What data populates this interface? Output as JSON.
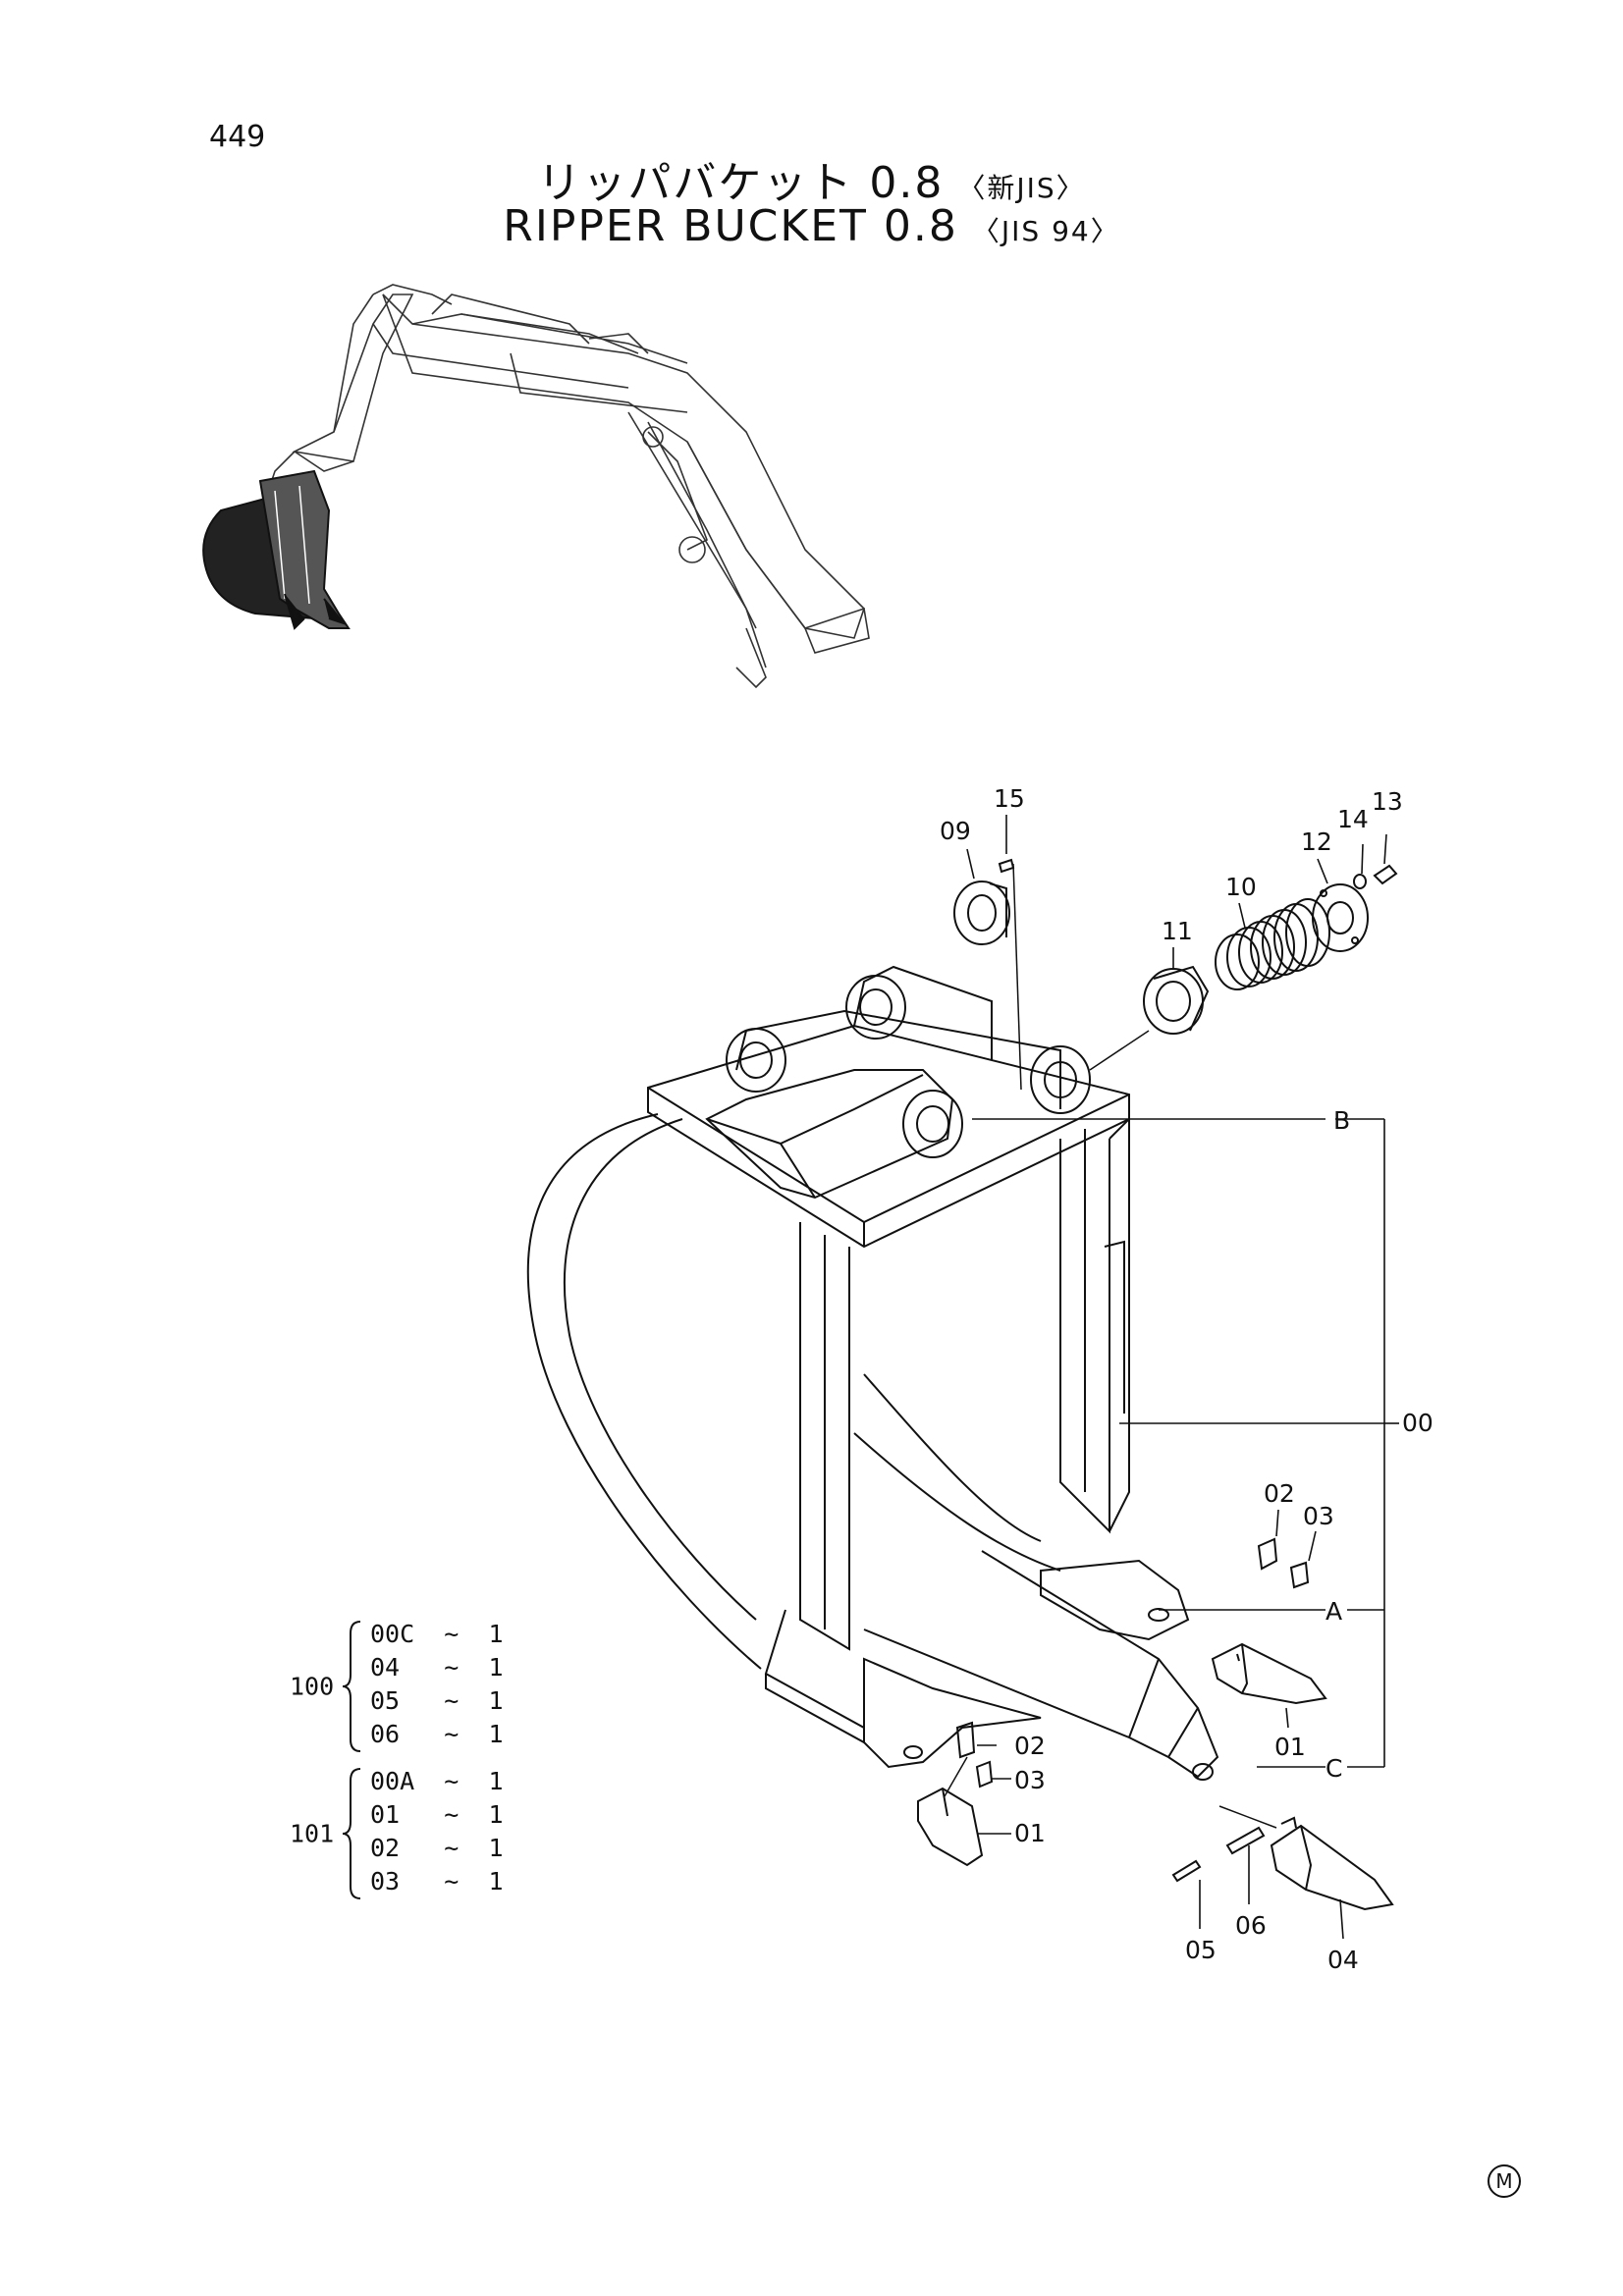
{
  "page_number": "449",
  "title": {
    "jp": "リッパバケット 0.8",
    "jp_tag": "〈新JIS〉",
    "en": "RIPPER  BUCKET  0.8",
    "en_tag": "〈JIS 94〉"
  },
  "callouts": {
    "c15": "15",
    "c09": "09",
    "c14": "14",
    "c13": "13",
    "c12": "12",
    "c10": "10",
    "c11": "11",
    "cB": "B",
    "c00": "00",
    "cA": "A",
    "c02r": "02",
    "c03r": "03",
    "c01r": "01",
    "cC": "C",
    "c02l": "02",
    "c03l": "03",
    "c01l": "01",
    "c05": "05",
    "c06": "06",
    "c04": "04"
  },
  "kits": [
    {
      "id": "100",
      "rows": [
        {
          "part": "00C",
          "sep": "~",
          "qty": "1"
        },
        {
          "part": "04",
          "sep": "~",
          "qty": "1"
        },
        {
          "part": "05",
          "sep": "~",
          "qty": "1"
        },
        {
          "part": "06",
          "sep": "~",
          "qty": "1"
        }
      ]
    },
    {
      "id": "101",
      "rows": [
        {
          "part": "00A",
          "sep": "~",
          "qty": "1"
        },
        {
          "part": "01",
          "sep": "~",
          "qty": "1"
        },
        {
          "part": "02",
          "sep": "~",
          "qty": "1"
        },
        {
          "part": "03",
          "sep": "~",
          "qty": "1"
        }
      ]
    }
  ],
  "footer_mark": "M"
}
